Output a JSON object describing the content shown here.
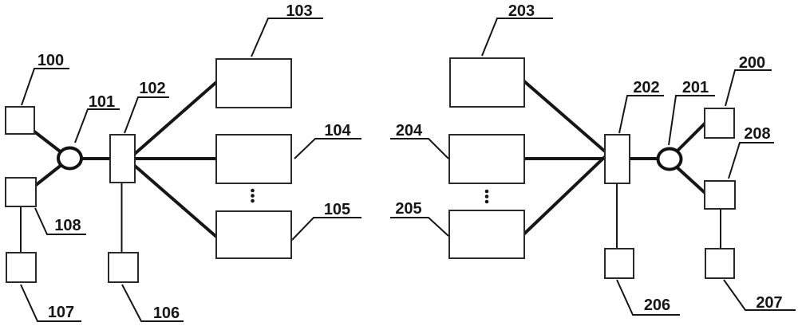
{
  "figure": {
    "background_color": "#ffffff",
    "ink_color": "#161616",
    "ellipsis_glyph": "⋮",
    "labels": {
      "100": "100",
      "101": "101",
      "102": "102",
      "103": "103",
      "104": "104",
      "105": "105",
      "106": "106",
      "107": "107",
      "108": "108",
      "200": "200",
      "201": "201",
      "202": "202",
      "203": "203",
      "204": "204",
      "205": "205",
      "206": "206",
      "207": "207",
      "208": "208"
    }
  }
}
